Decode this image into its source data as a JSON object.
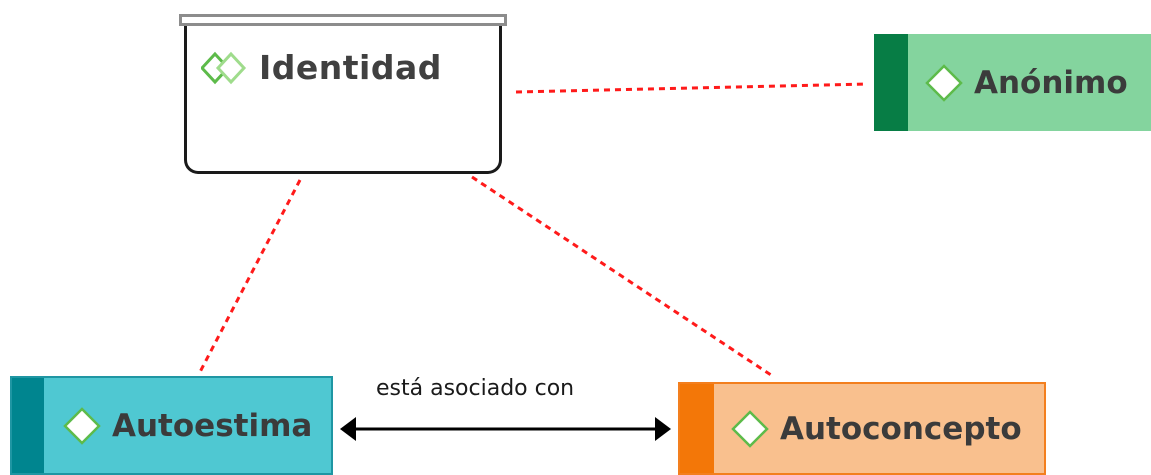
{
  "concept": {
    "title": "Identidad",
    "icon": "double-diamond-icon"
  },
  "nodes": {
    "anonimo": {
      "label": "Anónimo",
      "icon": "diamond-icon",
      "color": "#84d49e",
      "accent": "#077d45"
    },
    "autoestima": {
      "label": "Autoestima",
      "icon": "diamond-icon",
      "color": "#4fc8d2",
      "accent": "#00858f"
    },
    "autoconcepto": {
      "label": "Autoconcepto",
      "icon": "diamond-icon",
      "color": "#f9c08e",
      "accent": "#f37708"
    }
  },
  "relation": {
    "label": "está asociado con",
    "type": "bidirectional-arrow"
  },
  "connectors": {
    "style": "dashed",
    "color": "#ff1a1a"
  }
}
